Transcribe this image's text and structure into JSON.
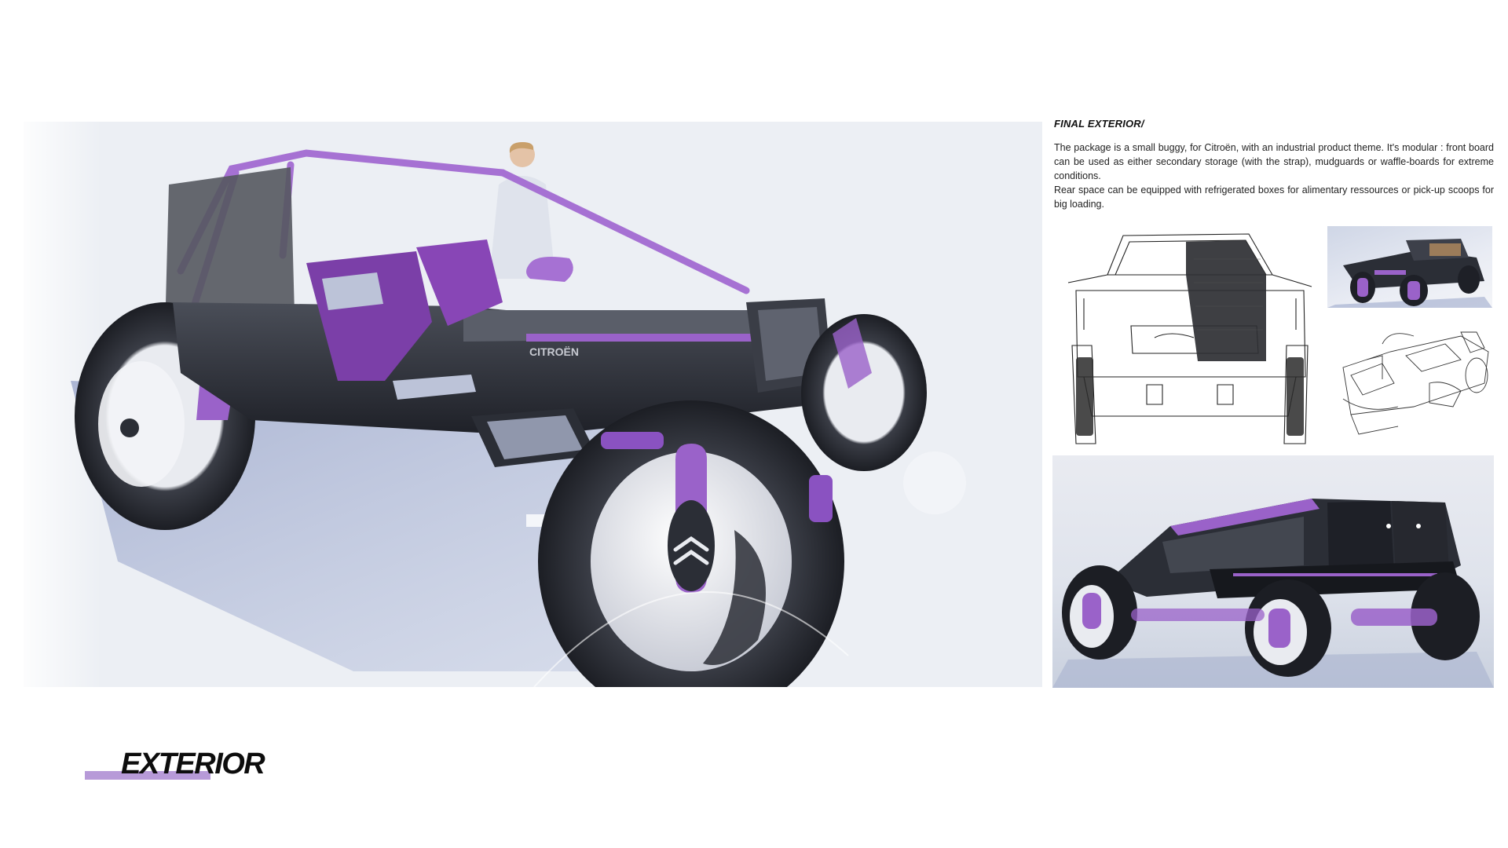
{
  "page": {
    "section_title": "EXTERIOR"
  },
  "description": {
    "heading": "FINAL EXTERIOR/",
    "paragraph_1": "The package is a small buggy, for Citroën, with an industrial product theme. It's modular : front board can be used as either secondary storage (with the strap), mudguards or waffle-boards for extreme conditions.",
    "paragraph_2": "Rear space can be equipped with refrigerated boxes for alimentary ressources or pick-up scoops for big loading."
  },
  "hero": {
    "brand_badge": "CITROËN"
  },
  "colors": {
    "accent_purple": "#b79ad8",
    "body_dark": "#2b2e36",
    "purple_trim": "#9a62c9"
  },
  "icons": {
    "wheel_logo": "citroen-chevron-icon"
  }
}
